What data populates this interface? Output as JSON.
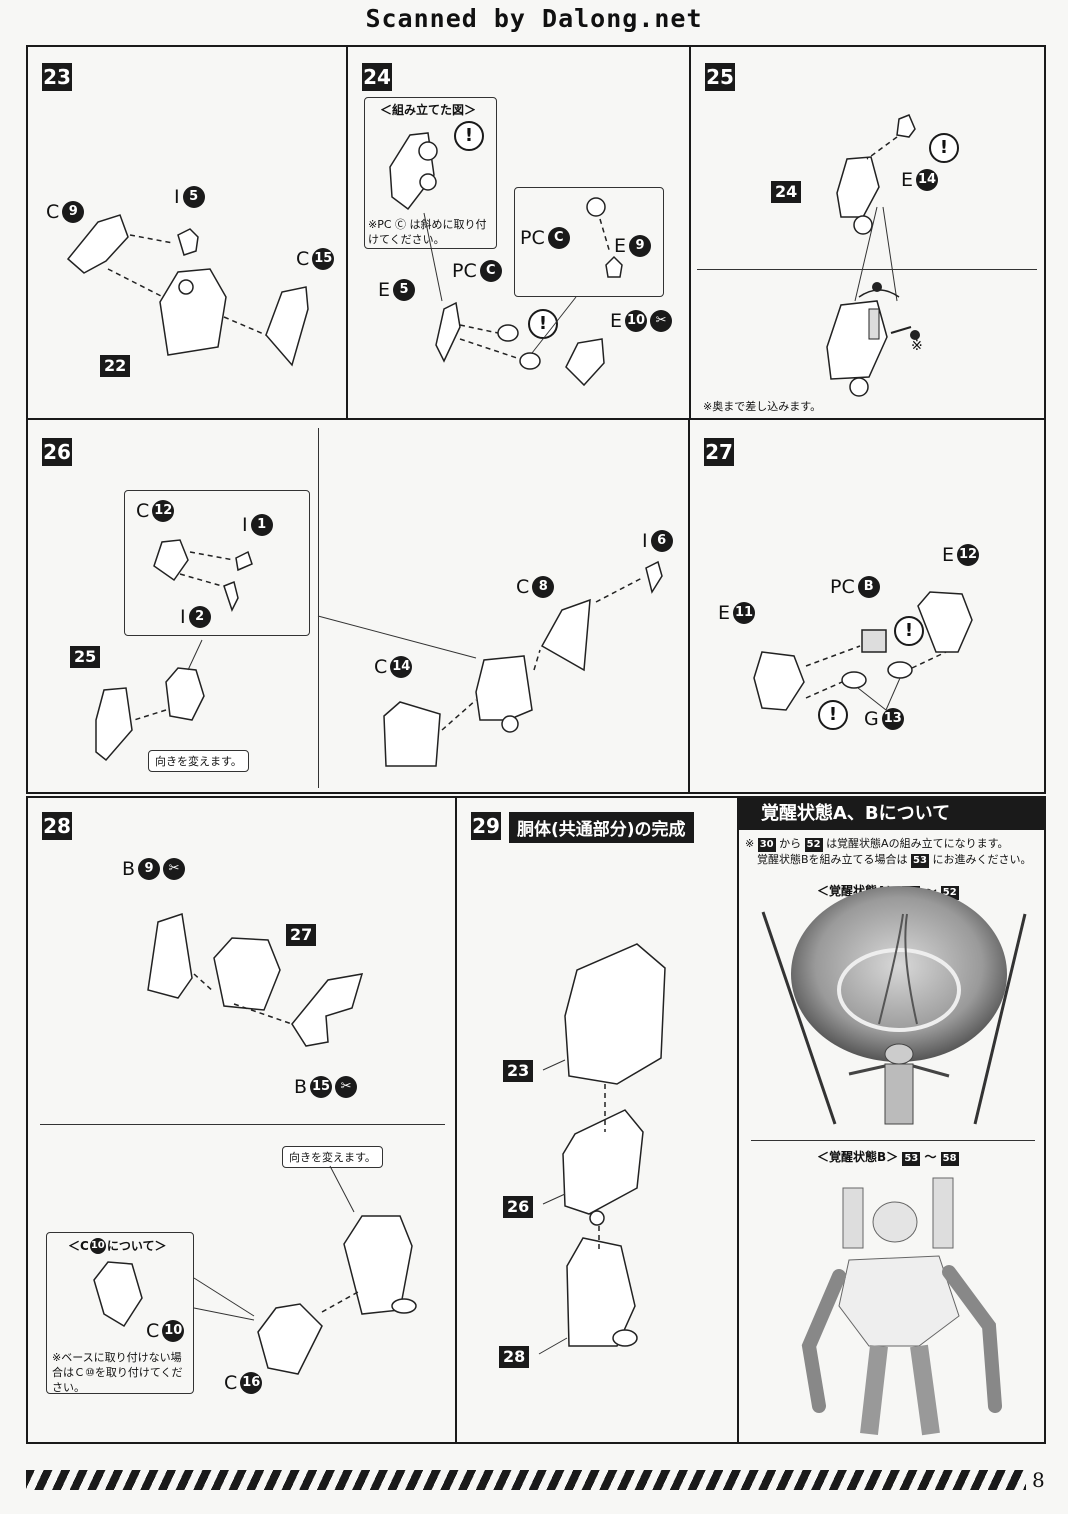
{
  "header": "Scanned by Dalong.net",
  "page_number": "8",
  "steps": {
    "s23": "23",
    "s24": "24",
    "s25": "25",
    "s26": "26",
    "s27": "27",
    "s28": "28",
    "s29": "29"
  },
  "s23": {
    "c": "C",
    "c_n": "9",
    "i": "I",
    "i_n": "5",
    "c2": "C",
    "c2_n": "15",
    "ref": "22"
  },
  "s24": {
    "assembled_title": "＜組み立てた図＞",
    "note": "※PC Ⓒ は斜めに取り付けてください。",
    "pc": "PC",
    "pc_letter": "C",
    "e": "E",
    "e_n": "9",
    "e5": "E",
    "e5_n": "5",
    "pc2": "PC",
    "pc2_letter": "C",
    "e10": "E",
    "e10_n": "10"
  },
  "s25": {
    "ref": "24",
    "e": "E",
    "e_n": "14",
    "note": "※奥まで差し込みます。",
    "mark": "※"
  },
  "s26": {
    "c": "C",
    "c_n": "12",
    "i1": "I",
    "i1_n": "1",
    "i2": "I",
    "i2_n": "2",
    "ref": "25",
    "turn": "向きを変えます。",
    "c8": "C",
    "c8_n": "8",
    "i6": "I",
    "i6_n": "6",
    "c14": "C",
    "c14_n": "14"
  },
  "s27": {
    "e12": "E",
    "e12_n": "12",
    "pc": "PC",
    "pc_letter": "B",
    "e11": "E",
    "e11_n": "11",
    "g": "G",
    "g_n": "13"
  },
  "s28": {
    "b9": "B",
    "b9_n": "9",
    "ref": "27",
    "b15": "B",
    "b15_n": "15",
    "turn": "向きを変えます。",
    "c10_title_pre": "＜C",
    "c10_title_n": "10",
    "c10_title_post": "について＞",
    "c10": "C",
    "c10_n": "10",
    "note": "※ベースに取り付けない場合はＣ⑩を取り付けてください。",
    "c16": "C",
    "c16_n": "16"
  },
  "s29": {
    "title": "胴体(共通部分)の完成",
    "r23": "23",
    "r26": "26",
    "r28": "28"
  },
  "awake": {
    "heading": "覚醒状態A、Bについて",
    "line1_pre": "※",
    "line1_a": "30",
    "line1_mid": "から",
    "line1_b": "52",
    "line1_post": "は覚醒状態Aの組み立てになります。",
    "line2_pre": "覚醒状態Bを組み立てる場合は",
    "line2_n": "53",
    "line2_post": "にお進みください。",
    "stateA": "＜覚醒状態A＞",
    "stateA_from": "30",
    "stateA_to": "52",
    "stateB": "＜覚醒状態B＞",
    "stateB_from": "53",
    "stateB_to": "58",
    "tilde": "～"
  }
}
